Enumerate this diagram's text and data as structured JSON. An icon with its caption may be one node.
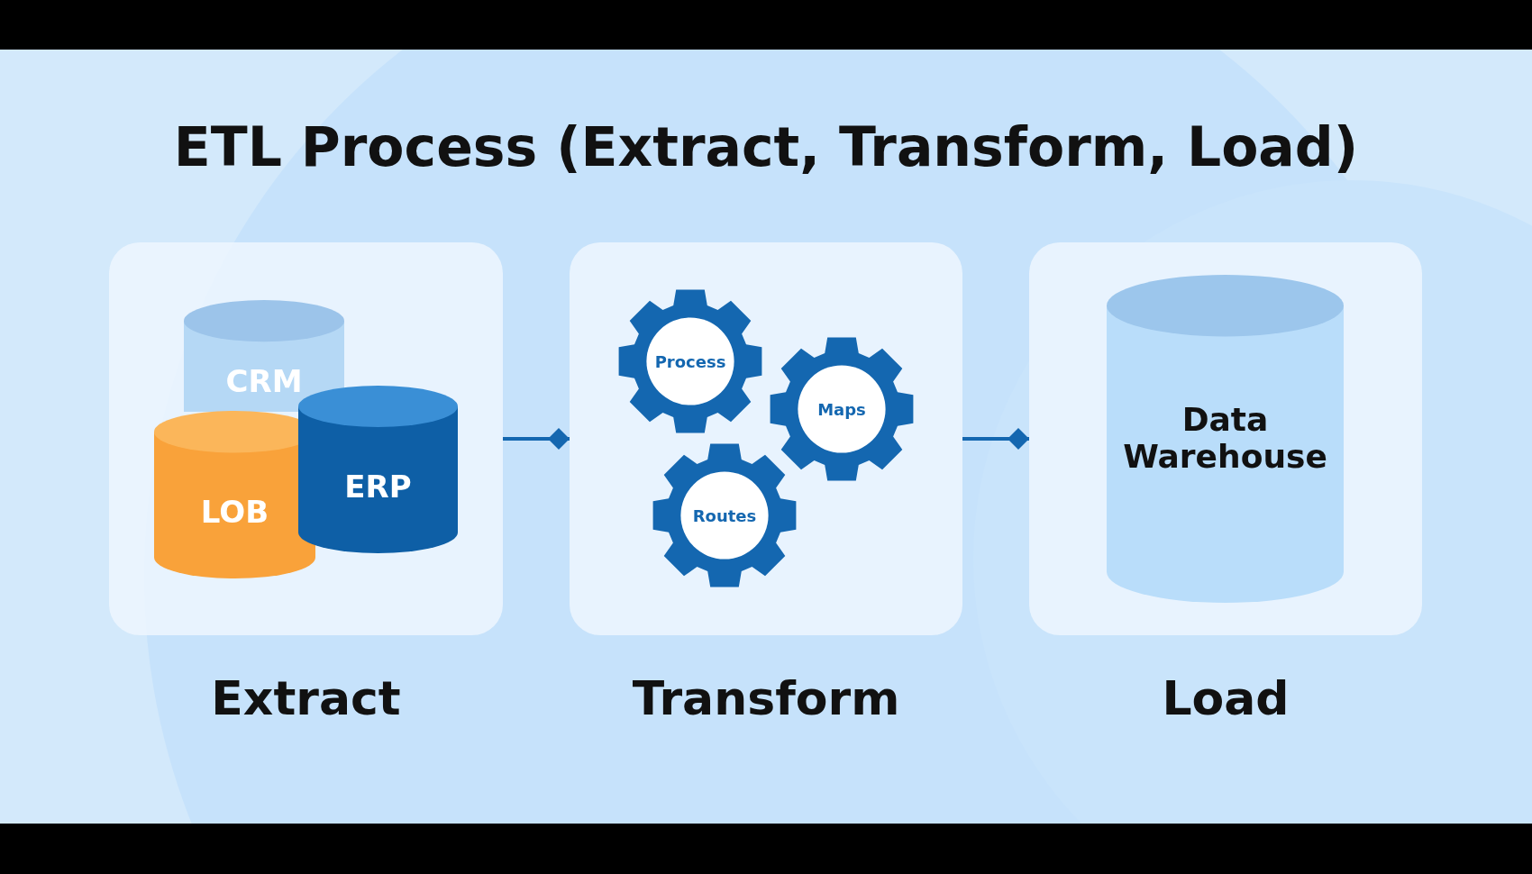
{
  "diagram": {
    "title": "ETL Process (Extract, Transform, Load)",
    "nodes": [
      {
        "text": [
          "Extract"
        ]
      },
      {
        "text": [
          "CRM"
        ],
        "in": 0
      },
      {
        "text": [
          "LOB"
        ],
        "in": 0
      },
      {
        "text": [
          "ERP"
        ],
        "in": 0
      },
      {
        "text": [
          "Transform"
        ]
      },
      {
        "text": [
          "Process"
        ],
        "in": 4
      },
      {
        "text": [
          "Maps"
        ],
        "in": 4
      },
      {
        "text": [
          "Routes"
        ],
        "in": 4
      },
      {
        "text": [
          "Load"
        ]
      },
      {
        "text": [
          "Data Warehouse"
        ],
        "in": 8
      }
    ],
    "edges": [
      {
        "from": 0,
        "to": 4,
        "arrow": "other"
      },
      {
        "from": 4,
        "to": 8,
        "arrow": "other"
      }
    ]
  }
}
